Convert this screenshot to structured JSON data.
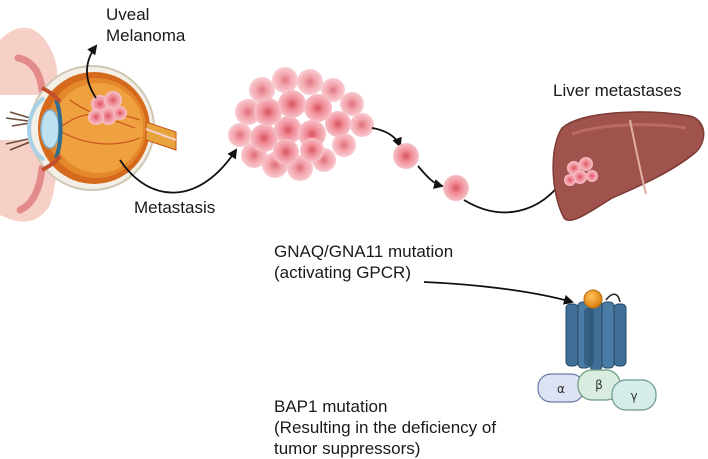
{
  "labels": {
    "uveal_melanoma": [
      "Uveal",
      "Melanoma"
    ],
    "metastasis": "Metastasis",
    "liver_metastases": "Liver metastases",
    "gnaq": [
      "GNAQ/GNA11 mutation",
      "(activating GPCR)"
    ],
    "bap1": [
      "BAP1 mutation",
      "(Resulting in the deficiency of",
      "tumor suppressors)"
    ]
  },
  "g_protein": {
    "alpha": "α",
    "beta": "β",
    "gamma": "γ"
  },
  "colors": {
    "tumor_pink": "#e8828f",
    "liver_brown": "#a0524c",
    "receptor_blue": "#3f6e96",
    "ligand_orange": "#e8901a",
    "alpha_fill": "#dde3f5",
    "beta_fill": "#d8ece0",
    "gamma_fill": "#d6ece8"
  }
}
